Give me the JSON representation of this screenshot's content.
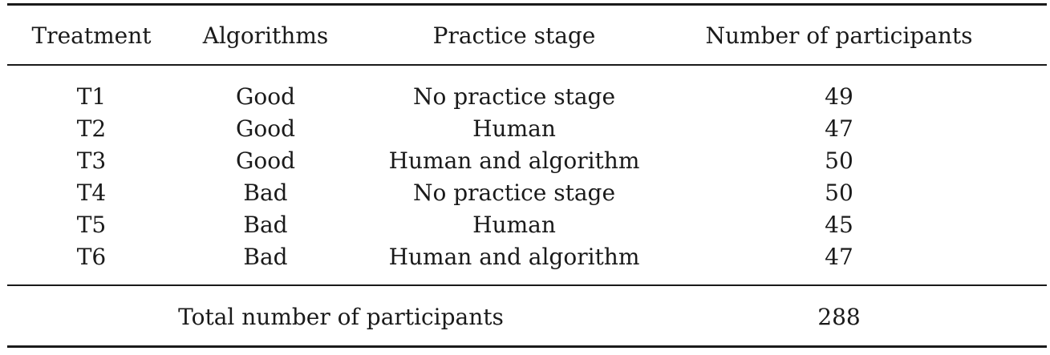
{
  "table": {
    "headers": [
      "Treatment",
      "Algorithms",
      "Practice stage",
      "Number of participants"
    ],
    "rows": [
      [
        "T1",
        "Good",
        "No practice stage",
        "49"
      ],
      [
        "T2",
        "Good",
        "Human",
        "47"
      ],
      [
        "T3",
        "Good",
        "Human and algorithm",
        "50"
      ],
      [
        "T4",
        "Bad",
        "No practice stage",
        "50"
      ],
      [
        "T5",
        "Bad",
        "Human",
        "45"
      ],
      [
        "T6",
        "Bad",
        "Human and algorithm",
        "47"
      ]
    ],
    "total_label": "Total number of participants",
    "total_value": "288"
  }
}
